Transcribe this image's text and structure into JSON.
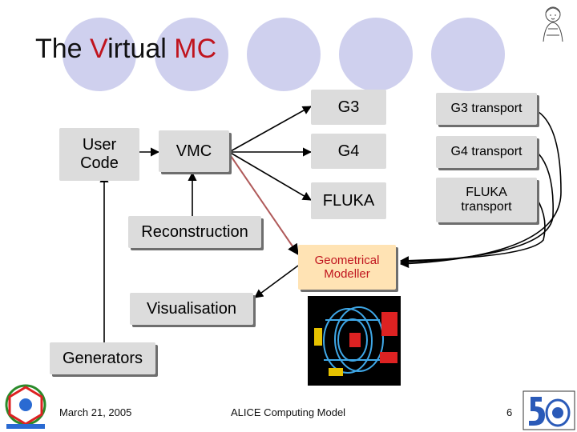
{
  "title": {
    "prefix": "The ",
    "accent1": "V",
    "middle": "irtual ",
    "accent2": "MC"
  },
  "boxes": {
    "user_code": "User Code",
    "vmc": "VMC",
    "g3": "G3",
    "g4": "G4",
    "fluka": "FLUKA",
    "g3_transport": "G3 transport",
    "g4_transport": "G4 transport",
    "fluka_transport": "FLUKA transport",
    "reconstruction": "Reconstruction",
    "geometrical_modeller": "Geometrical Modeller",
    "visualisation": "Visualisation",
    "generators": "Generators"
  },
  "footer": {
    "date": "March 21, 2005",
    "center": "ALICE Computing Model",
    "page": "6"
  },
  "colors": {
    "accent": "#c0141e",
    "box_gray": "#dcdcdc",
    "box_tan": "#ffe3b4",
    "decor_circle": "#cfd0ee"
  },
  "icons": [
    "alice-logo-icon",
    "cern-50-logo-icon",
    "detector-image"
  ]
}
